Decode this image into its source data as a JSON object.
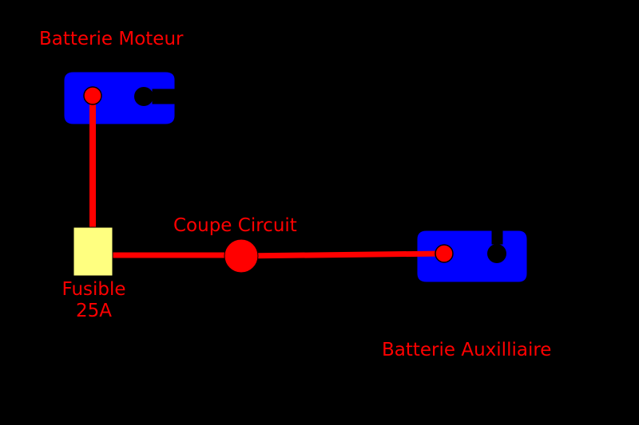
{
  "labels": {
    "battery_motor": "Batterie Moteur",
    "circuit_breaker": "Coupe Circuit",
    "fuse_line1": "Fusible",
    "fuse_line2": "25A",
    "battery_aux": "Batterie Auxilliaire"
  },
  "colors": {
    "background": "#000000",
    "wire": "#ff0000",
    "battery": "#0000ff",
    "fuse": "#ffff80",
    "terminal_negative": "#000000",
    "label_text": "#ff0000"
  },
  "components": {
    "battery_motor": {
      "positive_terminal": "red-dot",
      "negative_terminal": "black-dot"
    },
    "fuse": {
      "rating": "25A"
    },
    "circuit_breaker": {
      "symbol": "red-circle"
    },
    "battery_aux": {
      "positive_terminal": "red-dot",
      "negative_terminal": "black-dot"
    }
  }
}
